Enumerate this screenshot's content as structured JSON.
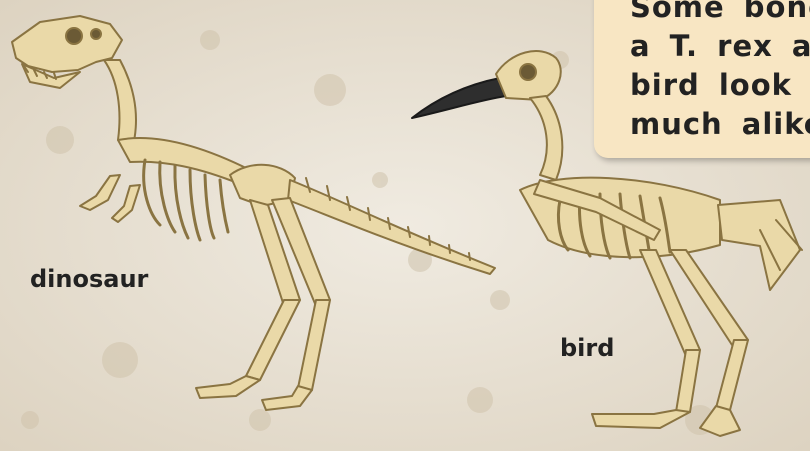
{
  "caption": {
    "lines": [
      "Some bones of",
      "a T. rex and a",
      "bird look very",
      "much alike."
    ]
  },
  "labels": {
    "dinosaur": "dinosaur",
    "bird": "bird"
  },
  "colors": {
    "background": "#ebe5d8",
    "bone": "#ead9a8",
    "bone_outline": "#8a7442",
    "caption_box": "#f8e6c3",
    "beak": "#2e2e2e"
  }
}
